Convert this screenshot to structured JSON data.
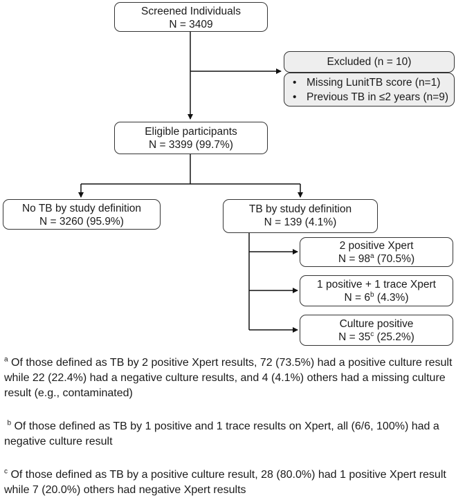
{
  "screened": {
    "title": "Screened Individuals",
    "count": "N = 3409"
  },
  "excluded": {
    "title": "Excluded (n = 10)",
    "bullet": "•",
    "reasons": [
      "Missing LunitTB score (n=1)",
      "Previous TB in ≤2 years (n=9)"
    ]
  },
  "eligible": {
    "title": "Eligible participants",
    "count": "N = 3399 (99.7%)"
  },
  "no_tb": {
    "title": "No TB by study definition",
    "count": "N = 3260 (95.9%)"
  },
  "tb": {
    "title": "TB by study definition",
    "count": "N = 139 (4.1%)"
  },
  "xpert2": {
    "title": "2 positive Xpert",
    "count_prefix": "N = 98",
    "sup": "a",
    "count_suffix": " (70.5%)"
  },
  "xpert_trace": {
    "title": "1 positive + 1 trace Xpert",
    "count_prefix": "N = 6",
    "sup": "b",
    "count_suffix": " (4.3%)"
  },
  "culture": {
    "title": "Culture positive",
    "count_prefix": "N = 35",
    "sup": "c",
    "count_suffix": " (25.2%)"
  },
  "footnotes": [
    {
      "mark": "a",
      "text": "Of those defined as TB by 2 positive Xpert results, 72 (73.5%) had a positive culture result while 22 (22.4%) had a negative culture results, and 4 (4.1%) others had a missing culture result (e.g., contaminated)"
    },
    {
      "mark": "b",
      "text": "Of those defined as TB by 1 positive and 1 trace results on Xpert, all (6/6, 100%) had a negative culture result"
    },
    {
      "mark": "c",
      "text": "Of those defined as TB by a positive culture result, 28 (80.0%) had 1 positive Xpert result while 7 (20.0%) others had negative Xpert results"
    }
  ]
}
